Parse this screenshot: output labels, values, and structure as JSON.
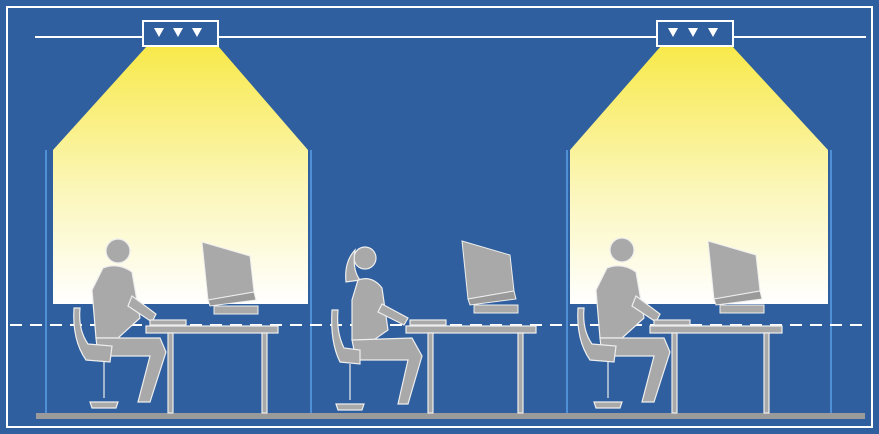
{
  "colors": {
    "background": "#2f5f9e",
    "frame": "#ffffff",
    "light_top": "#f8e94a",
    "light_bottom": "#ffffff",
    "figure": "#a9a9a9",
    "figure_outline": "#eeeeee",
    "floor": "#9a9a9a",
    "ceiling_line": "#ffffff",
    "dashed_line": "#ffffff",
    "partition_line": "#4f8fd6"
  },
  "icons": {
    "luminaire_marker": "downward-triangle",
    "person": "seated-person-silhouette",
    "monitor": "crt-monitor-silhouette"
  },
  "scene": {
    "luminaire_count": 2,
    "workstation_count": 3,
    "lit_workstations": 2
  }
}
